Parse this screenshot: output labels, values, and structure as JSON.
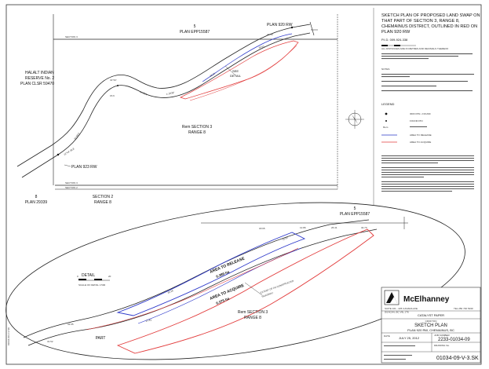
{
  "title_block": {
    "heading_lines": [
      "SKETCH PLAN OF PROPOSED LAND SWAP ON",
      "THAT PART OF SECTION 3, RANGE 8,",
      "CHEMAINUS DISTRICT, OUTLINED IN RED ON",
      "PLAN 920 RW"
    ],
    "pid": "P.I.D. 009-924-338",
    "scale_note": "ALL DISTANCES ARE IN METRES AND DECIMALS THEREOF",
    "notes_label": "NOTES",
    "legend_label": "LEGEND",
    "legend": [
      {
        "symbol": "dot",
        "text": "IRON PIN • FOUND"
      },
      {
        "symbol": "dot-small",
        "text": "FOUND PIN"
      },
      {
        "symbol": "text",
        "text": "Rem"
      },
      {
        "symbol": "blue",
        "text": "AREA TO RELEASE"
      },
      {
        "symbol": "red",
        "text": "AREA TO ACQUIRE"
      }
    ]
  },
  "plan_labels": {
    "top_plan_num": "5",
    "top_plan": "PLAN EPP15587",
    "plan_920_top": "PLAN 920 RW",
    "halalt_1": "HALALT INDIAN",
    "halalt_2": "RESERVE No. 2",
    "halalt_3": "PLAN CLSR 59470",
    "see_detail_1": "SEE",
    "see_detail_2": "DETAIL",
    "rem_section_1": "Rem SECTION 3",
    "rem_section_2": "RANGE 8",
    "plan_920_left": "PLAN 923 RW",
    "section2_1": "SECTION 2",
    "section2_2": "RANGE 8",
    "plan_29339_num": "8",
    "plan_29339": "PLAN 29339"
  },
  "detail_labels": {
    "plan_num": "5",
    "plan": "PLAN EPP15587",
    "detail": "DETAIL",
    "release": "AREA TO RELEASE",
    "release_area": "0.389 ha",
    "acquire": "AREA TO ACQUIRE",
    "acquire_area": "0.375 ha",
    "rem_1": "Rem SECTION 3",
    "rem_2": "RANGE 8",
    "part": "PART"
  },
  "company": {
    "name": "McElhanney",
    "address": "SUITE 101 - 225 CANADA AVE",
    "address2": "DUNCAN, BC  V9L 1T6",
    "phone": "TEL 250 746 5330",
    "client": "CATALYST PAPER",
    "client_sub": "CROFTON",
    "drawing_title": "SKETCH PLAN",
    "drawing_sub": "PLAN 920 RW, CHEMAINUS, BC",
    "date_label": "DATE",
    "date": "JULY 25, 2012",
    "job_label": "JOB NUMBER",
    "job": "2233-01034-09",
    "drawing_label": "DRAWING No.",
    "drawing_no": "01034-09-V-3.SK"
  },
  "colors": {
    "release": "#2a36c9",
    "acquire": "#e23b3b",
    "line": "#222222"
  }
}
